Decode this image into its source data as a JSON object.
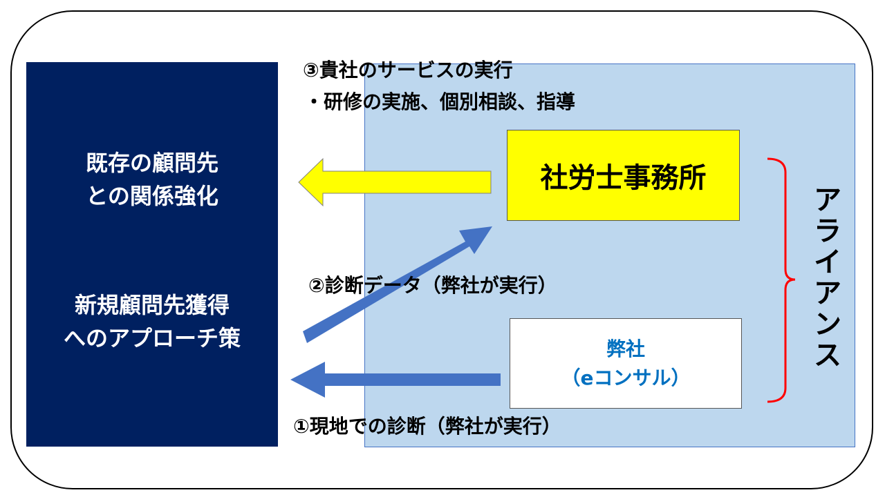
{
  "left_panel": {
    "existing": [
      "既存の顧問先",
      "との関係強化"
    ],
    "new": [
      "新規顧問先獲得",
      "へのアプローチ策"
    ]
  },
  "step3": {
    "title": "③貴社のサービスの実行",
    "detail": "・研修の実施、個別相談、指導"
  },
  "step2": "②診断データ（弊社が実行）",
  "step1": "①現地での診断（弊社が実行）",
  "sharoushi_box": "社労士事務所",
  "company_box": [
    "弊社",
    "（eコンサル）"
  ],
  "alliance": [
    "ア",
    "ラ",
    "イ",
    "ア",
    "ン",
    "ス"
  ],
  "colors": {
    "navy": "#002060",
    "light_blue": "#BDD7EE",
    "yellow": "#FFFF00",
    "arrow_blue": "#4472C4",
    "brace_red": "#FF0000",
    "company_text": "#0070C0"
  }
}
